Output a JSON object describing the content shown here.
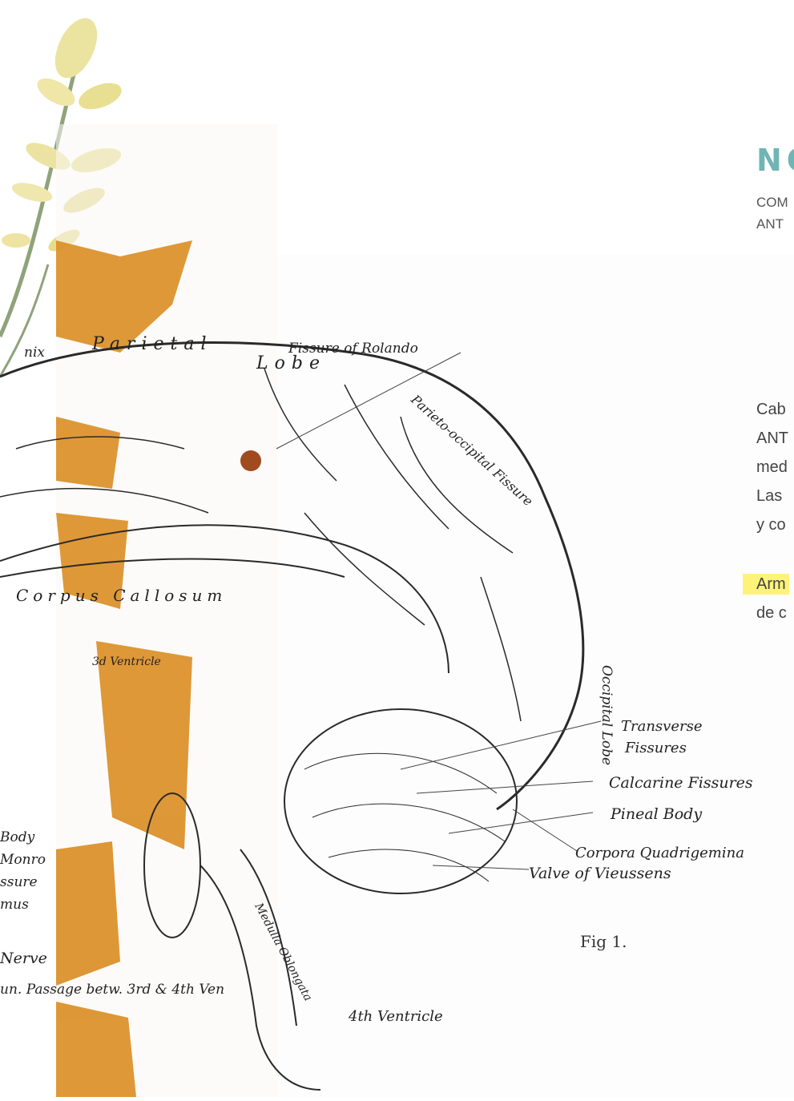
{
  "heading": {
    "title": "NO"
  },
  "subheading": {
    "line1": "COM",
    "line2": "ANT"
  },
  "body": {
    "lines": [
      "Cab",
      "ANT",
      "med",
      "Las",
      "y co"
    ]
  },
  "highlight": {
    "line1": "Arm",
    "line2": "de c"
  },
  "illustration": {
    "labels": {
      "parietal": "Parietal",
      "lobe": "Lobe",
      "rolando": "Fissure of Rolando",
      "parieto": "Parieto-occipital Fissure",
      "corpus": "Corpus Callosum",
      "third": "3d Ventricle",
      "occipital": "Occipital Lobe",
      "transverse": "Transverse",
      "fissures": "Fissures",
      "calcarine": "Calcarine Fissures",
      "pineal": "Pineal Body",
      "corpora": "Corpora Quadrigemina",
      "valve": "Valve of Vieussens",
      "fig": "Fig 1.",
      "ventricle4": "4th Ventricle",
      "medulla": "Medulla Oblongata",
      "body": "Body",
      "monro": "Monro",
      "fissure": "ssure",
      "mus": "mus",
      "nerve": "Nerve",
      "passage": "un. Passage betw. 3rd & 4th Ven",
      "nix": "nix"
    },
    "colors": {
      "ochre": "#d98a1c",
      "plant": "#ebe3a0",
      "stem": "#8fa37a",
      "ink": "#2a2a2a",
      "accent": "#6fb5b3",
      "highlight": "#fdf37a"
    }
  }
}
